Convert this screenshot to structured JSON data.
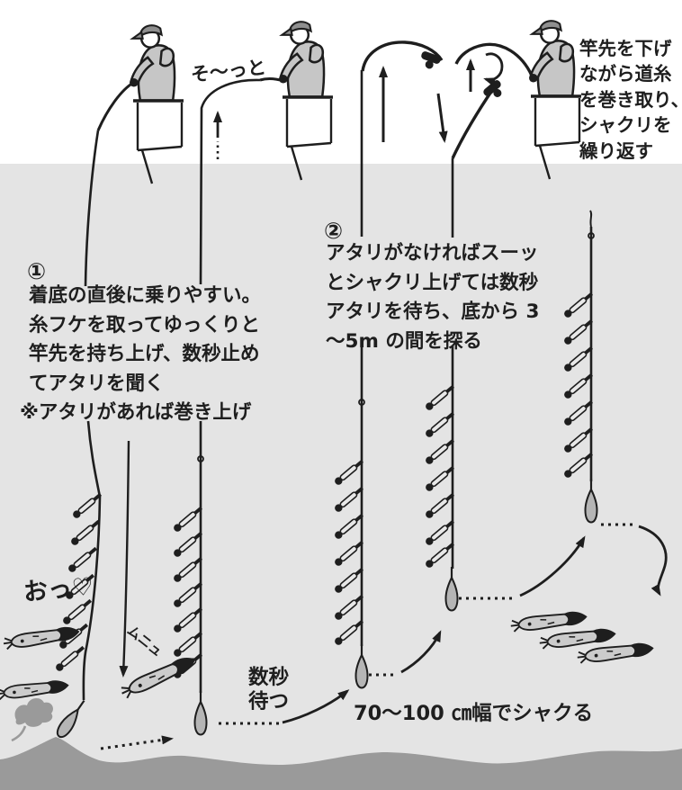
{
  "colors": {
    "ink": "#1e1e1e",
    "water": "#e4e4e4",
    "seafloor": "#9a9a9a",
    "squid_body": "#cbcbcb",
    "jig_body": "#e8e8e8",
    "sinker_fill": "#b5b5b5",
    "cap_fill": "#8f8f8f",
    "cloth_fill": "#c6c6c6"
  },
  "annotations": {
    "step1": {
      "marker": "①",
      "lines": [
        "着底の直後に乗りやすい。",
        "糸フケを取ってゆっくりと",
        "竿先を持ち上げ、数秒止め",
        "てアタリを聞く"
      ],
      "note": "※アタリがあれば巻き上げ"
    },
    "step2": {
      "marker": "②",
      "lines": [
        "アタリがなければスーッ",
        "とシャクリ上げては数秒",
        "アタリを待ち、底から 3",
        "～5m の間を探る"
      ]
    },
    "reel_note": {
      "lines": [
        "竿先を下げ",
        "ながら道糸",
        "を巻き取り、",
        "シャクリを",
        "繰り返す"
      ]
    },
    "gently": "そ～っと",
    "wait": {
      "lines": [
        "数秒",
        "待つ"
      ]
    },
    "stroke_range": "70～100 ㎝幅でシャクる",
    "squid_excited": "おっ♡",
    "squid_grab": "ムニュ"
  }
}
